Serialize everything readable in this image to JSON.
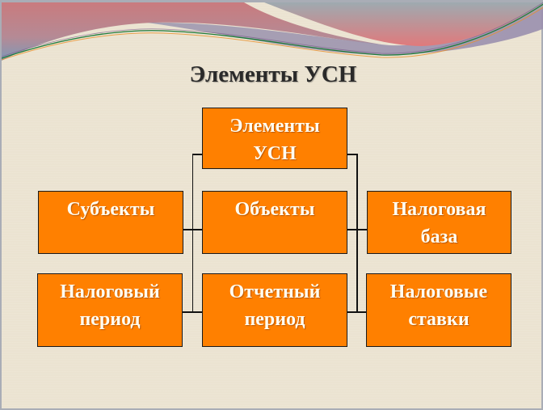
{
  "slide": {
    "title": "Элементы УСН",
    "colors": {
      "background": "#ebe3d1",
      "box_fill": "#ff8000",
      "box_border": "#1a1a1a",
      "box_text": "#fffdf2",
      "title_text": "#2a2a2a",
      "banner_red": "#d97a7a",
      "banner_blue": "#8d9fb8"
    }
  },
  "diagram": {
    "root": {
      "line1": "Элементы",
      "line2": "УСН"
    },
    "nodes": [
      {
        "id": "subjects",
        "line1": "Субъекты",
        "line2": ""
      },
      {
        "id": "objects",
        "line1": "Объекты",
        "line2": ""
      },
      {
        "id": "tax-base",
        "line1": "Налоговая",
        "line2": "база"
      },
      {
        "id": "tax-period",
        "line1": "Налоговый",
        "line2": "период"
      },
      {
        "id": "reporting-period",
        "line1": "Отчетный",
        "line2": "период"
      },
      {
        "id": "tax-rates",
        "line1": "Налоговые",
        "line2": "ставки"
      }
    ]
  }
}
